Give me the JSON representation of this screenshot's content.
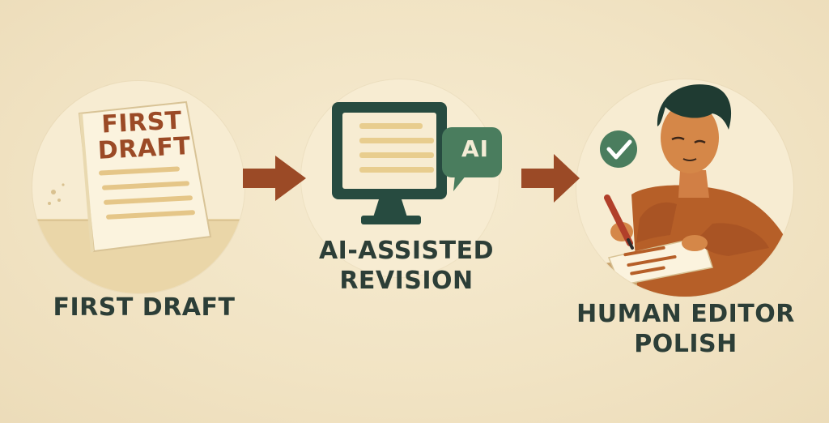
{
  "steps": [
    {
      "document_heading_lines": [
        "FIRST",
        "DRAFT"
      ],
      "label_lines": [
        "FIRST DRAFT"
      ]
    },
    {
      "badge_text": "AI",
      "label_lines": [
        "AI-ASSISTED",
        "REVISION"
      ]
    },
    {
      "label_lines": [
        "HUMAN EDITOR",
        "POLISH"
      ]
    }
  ],
  "icons": [
    "document-icon",
    "arrow-right-icon",
    "computer-monitor-icon",
    "ai-chat-bubble-icon",
    "arrow-right-icon",
    "checkmark-badge-icon",
    "person-editing-icon"
  ],
  "colors": {
    "background": "#f2e6c8",
    "accent_rust": "#9b4a26",
    "dark_green": "#274b40",
    "ai_green": "#4a7d5e",
    "sweater": "#b65f28"
  }
}
